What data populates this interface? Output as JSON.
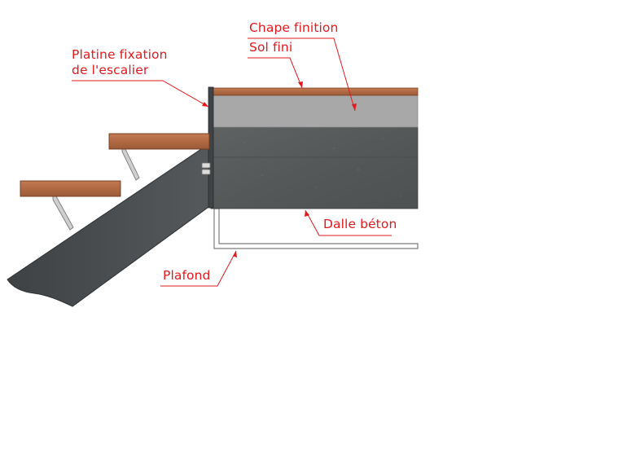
{
  "labels": {
    "chape_finition": "Chape finition",
    "sol_fini": "Sol fini",
    "platine_line1": "Platine fixation",
    "platine_line2": "de l'escalier",
    "dalle_beton": "Dalle béton",
    "plafond": "Plafond"
  },
  "colors": {
    "label_red": "#e3191e",
    "wood": "#b06b45",
    "screed": "#a8a8a8",
    "concrete": "#555858",
    "steel_stringer": "#4a4e50",
    "ceiling_outline": "#7d7d7d"
  }
}
